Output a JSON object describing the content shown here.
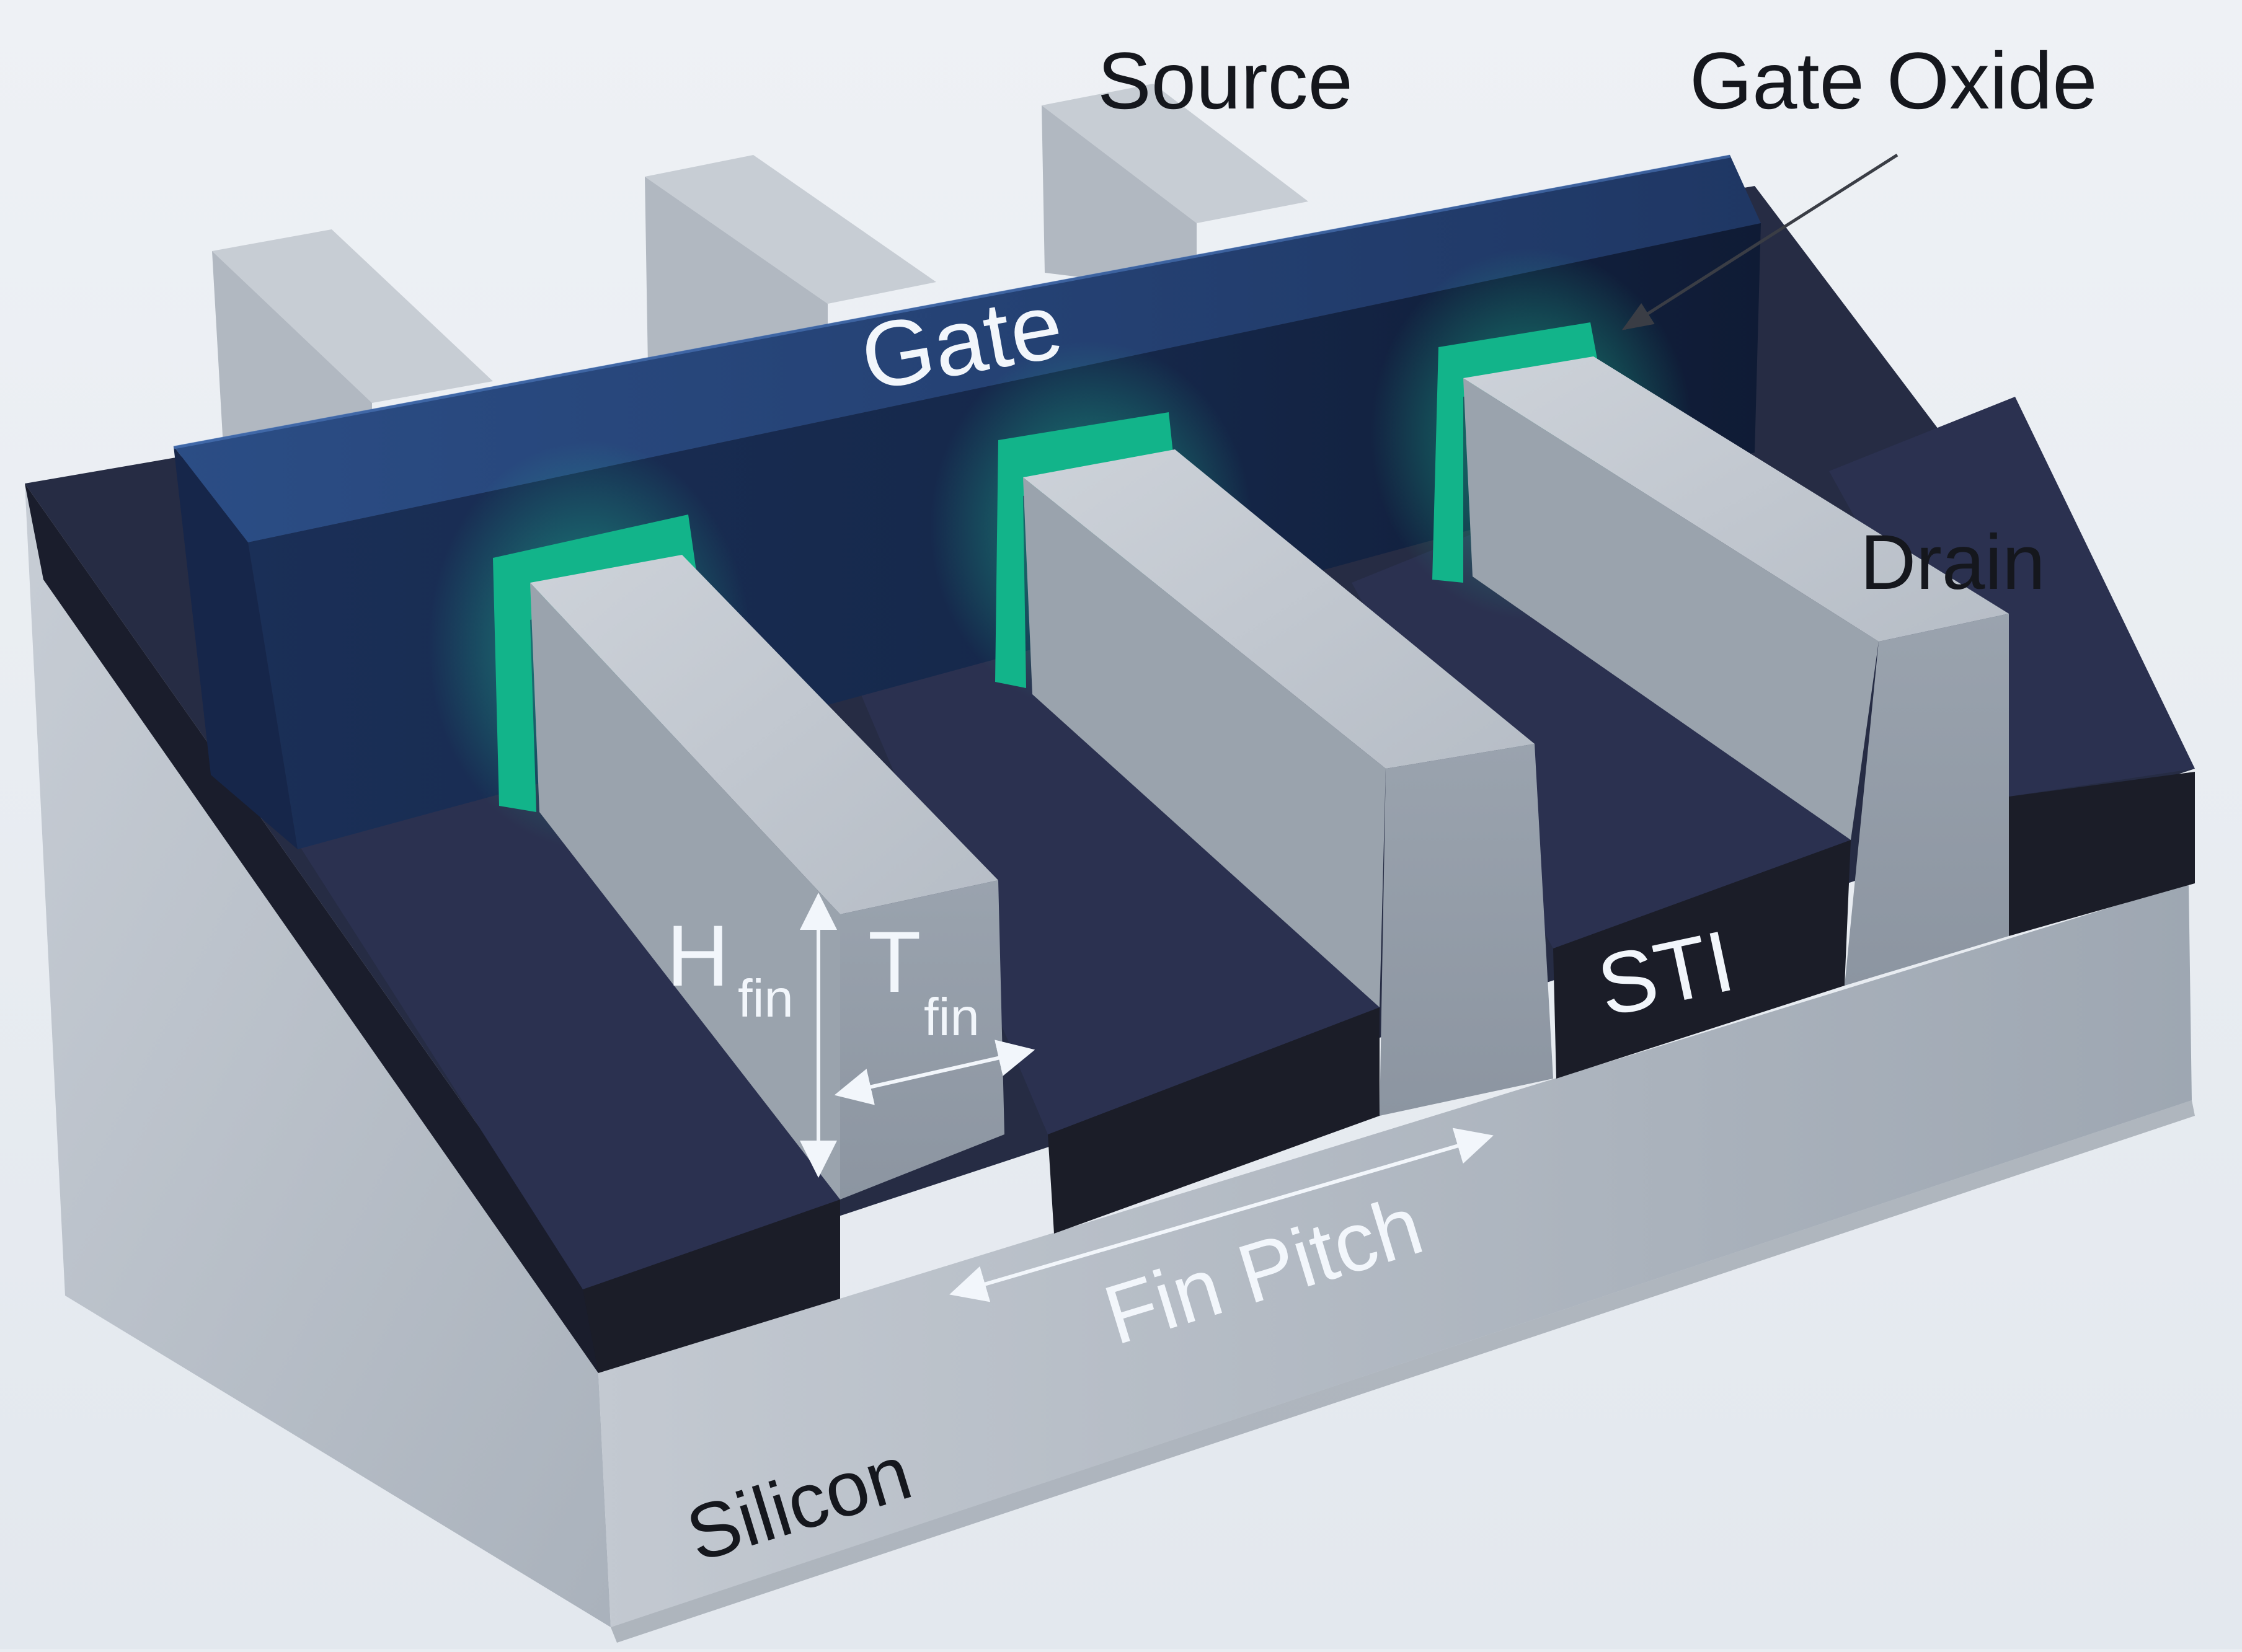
{
  "labels": {
    "source": "Source",
    "gate_oxide": "Gate Oxide",
    "gate": "Gate",
    "drain": "Drain",
    "h_fin_main": "H",
    "h_fin_sub": "fin",
    "t_fin_main": "T",
    "t_fin_sub": "fin",
    "sti": "STI",
    "fin_pitch": "Fin Pitch",
    "silicon": "Silicon"
  },
  "colors": {
    "background": "#e9edf2",
    "silicon": "#a6afba",
    "fin_face": "#b9c0c9",
    "sti": "#272c44",
    "gate": "#1c3258",
    "oxide": "#12b48a",
    "dark_text": "#15171d",
    "light_text": "#f2f6fb"
  }
}
